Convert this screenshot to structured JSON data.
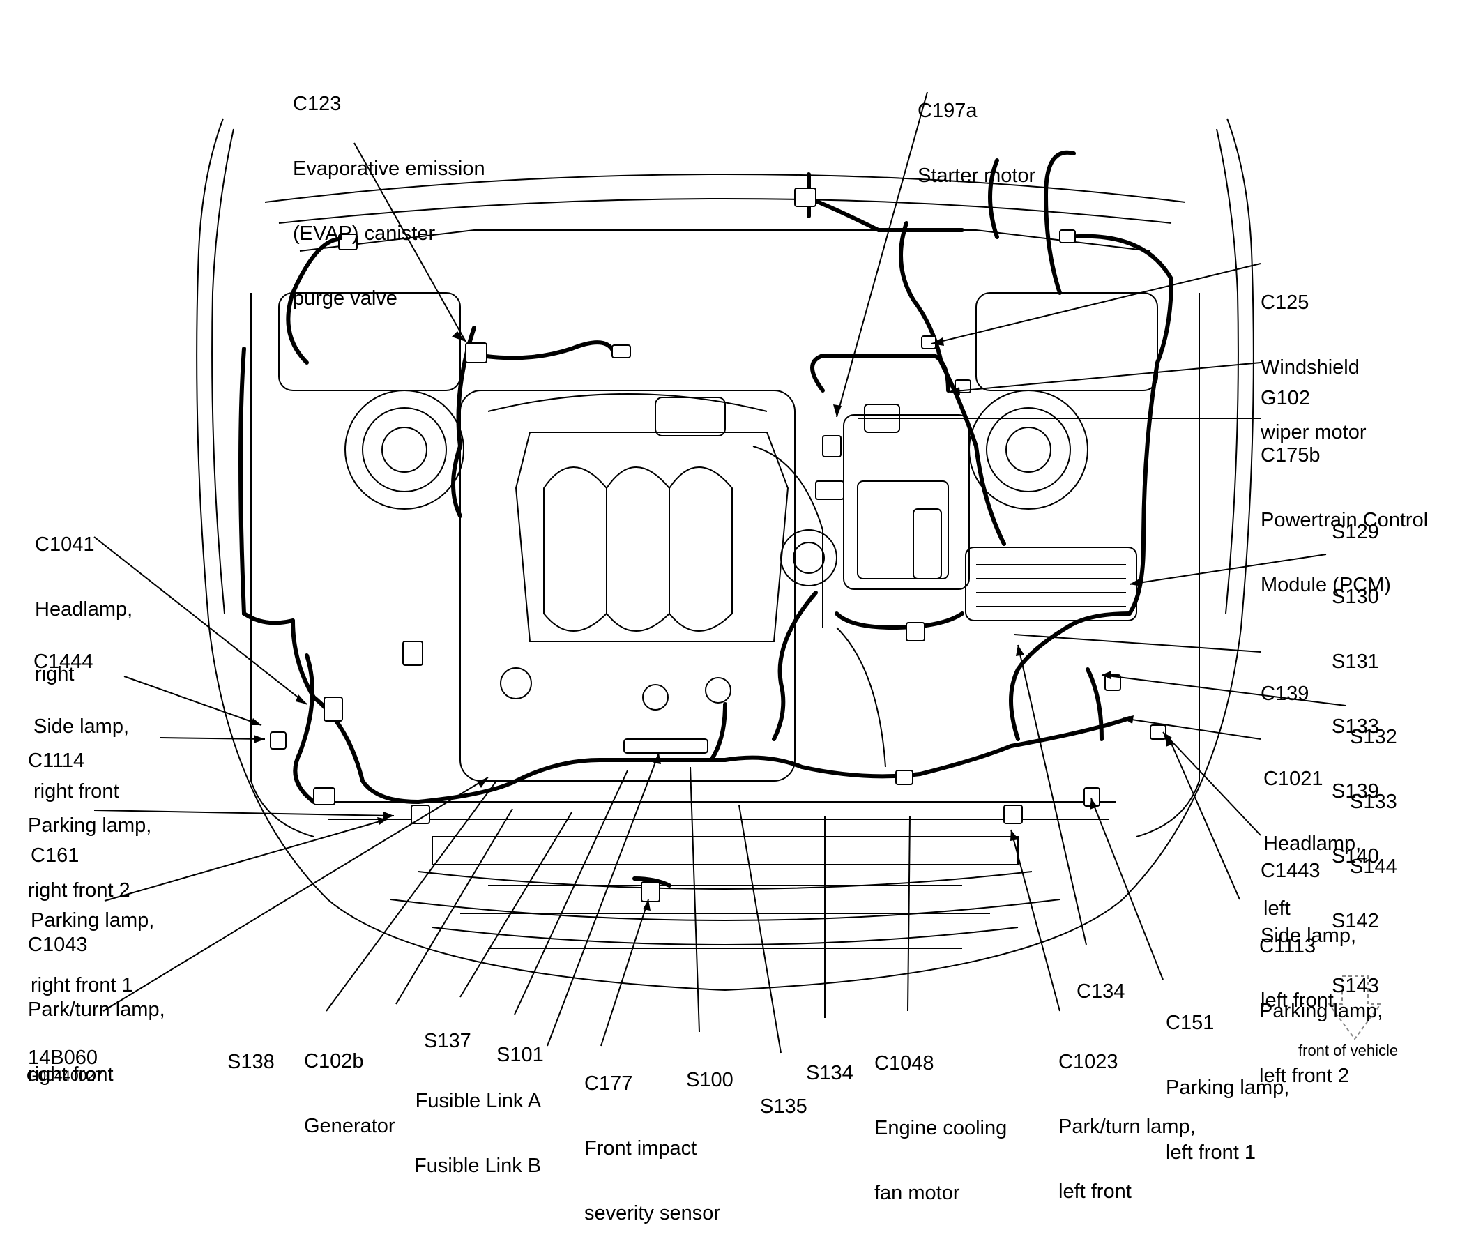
{
  "diagram_id": "G00440027",
  "orientation_note": "front of vehicle",
  "labels": {
    "c123": [
      "C123",
      "Evaporative emission",
      "(EVAP) canister",
      "purge valve"
    ],
    "c197a": [
      "C197a",
      "Starter motor"
    ],
    "c125": [
      "C125",
      "Windshield",
      "wiper motor"
    ],
    "g102": [
      "G102"
    ],
    "c175b": [
      "C175b",
      "Powertrain Control",
      "Module (PCM)"
    ],
    "splices_pcm": [
      "S129",
      "S130",
      "S131",
      "S133",
      "S139",
      "S140",
      "S142",
      "S143"
    ],
    "c139": [
      "C139"
    ],
    "splices_left": [
      "S132",
      "S133",
      "S144"
    ],
    "c1021": [
      "C1021",
      "Headlamp,",
      "left"
    ],
    "c1443": [
      "C1443",
      "Side lamp,",
      "left front"
    ],
    "c1113": [
      "C1113",
      "Parking lamp,",
      "left front 2"
    ],
    "c134": [
      "C134"
    ],
    "c151": [
      "C151",
      "Parking lamp,",
      "left front 1"
    ],
    "c1023": [
      "C1023",
      "Park/turn lamp,",
      "left front"
    ],
    "c1048": [
      "C1048",
      "Engine cooling",
      "fan motor"
    ],
    "s134": [
      "S134"
    ],
    "s135": [
      "S135"
    ],
    "s100": [
      "S100"
    ],
    "c177": [
      "C177",
      "Front impact",
      "severity sensor"
    ],
    "fusible": [
      "Fusible Link A",
      "Fusible Link B"
    ],
    "s101": [
      "S101"
    ],
    "s137": [
      "S137"
    ],
    "c102b": [
      "C102b",
      "Generator"
    ],
    "s138": [
      "S138"
    ],
    "part_14b060": [
      "14B060"
    ],
    "c1041": [
      "C1041",
      "Headlamp,",
      "right"
    ],
    "c1444": [
      "C1444",
      "Side lamp,",
      "right front"
    ],
    "c1114": [
      "C1114",
      "Parking lamp,",
      "right front 2"
    ],
    "c161": [
      "C161",
      "Parking lamp,",
      "right front 1"
    ],
    "c1043": [
      "C1043",
      "Park/turn lamp,",
      "right front"
    ]
  }
}
